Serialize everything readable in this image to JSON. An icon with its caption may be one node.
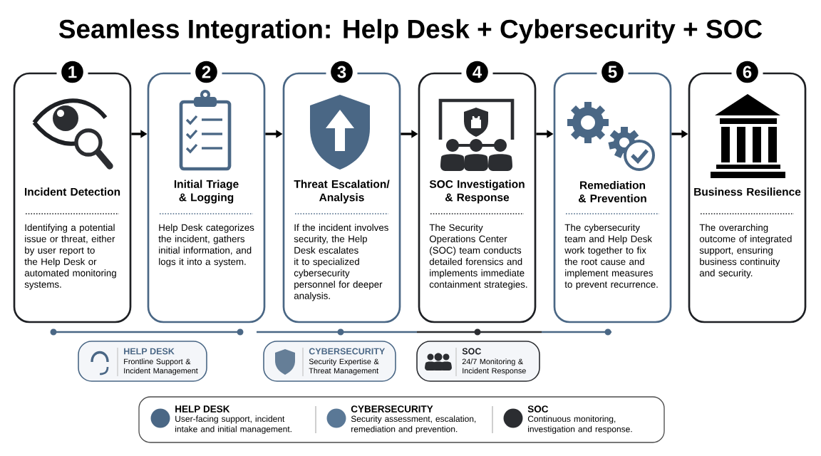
{
  "diagram": {
    "title": "Seamless Integration: Help Desk + Cybersecurity + SOC",
    "nodes": [
      {
        "text": [
          "1",
          "Incident Detection",
          "Identifying a potential issue or threat, either by user report to the Help Desk or automated monitoring systems."
        ]
      },
      {
        "text": [
          "2",
          "Initial Triage & Logging",
          "Help Desk categorizes the incident, gathers initial information, and logs it into a system."
        ]
      },
      {
        "text": [
          "3",
          "Threat Escalation/ Analysis",
          "If the incident involves security, the Help Desk escalates it to specialized cybersecurity personnel for deeper analysis."
        ]
      },
      {
        "text": [
          "4",
          "SOC Investigation & Response",
          "The Security Operations Center (SOC) team conducts detailed forensics and implements immediate containment strategies."
        ]
      },
      {
        "text": [
          "5",
          "Remediation & Prevention",
          "The cybersecurity team and Help Desk work together to fix the root cause and implement measures to prevent recurrence."
        ]
      },
      {
        "text": [
          "6",
          "Business Resilience",
          "The overarching outcome of integrated support, ensuring business continuity and security."
        ]
      },
      {
        "text": [
          "HELP DESK",
          "Frontline Support & Incident Management"
        ]
      },
      {
        "text": [
          "CYBERSECURITY",
          "Security Expertise & Threat Management"
        ]
      },
      {
        "text": [
          "SOC",
          "24/7 Monitoring & Incident Response"
        ]
      }
    ],
    "edges": [
      {
        "from": 0,
        "to": 1,
        "arrow": "to"
      },
      {
        "from": 1,
        "to": 2,
        "arrow": "to"
      },
      {
        "from": 2,
        "to": 3,
        "arrow": "to"
      },
      {
        "from": 3,
        "to": 4,
        "arrow": "to"
      },
      {
        "from": 4,
        "to": 5,
        "arrow": "to"
      }
    ],
    "labels": [
      "User-facing support, incident intake and initial management.",
      "Security assessment, escalation, remediation and prevention.",
      "Continuous monitoring, investigation and response."
    ],
    "legend": [
      {
        "text": "HELP DESK",
        "color": "#4a6785"
      },
      {
        "text": "CYBERSECURITY",
        "color": "#5a7896"
      },
      {
        "text": "SOC",
        "color": "#2b2d31"
      }
    ]
  }
}
